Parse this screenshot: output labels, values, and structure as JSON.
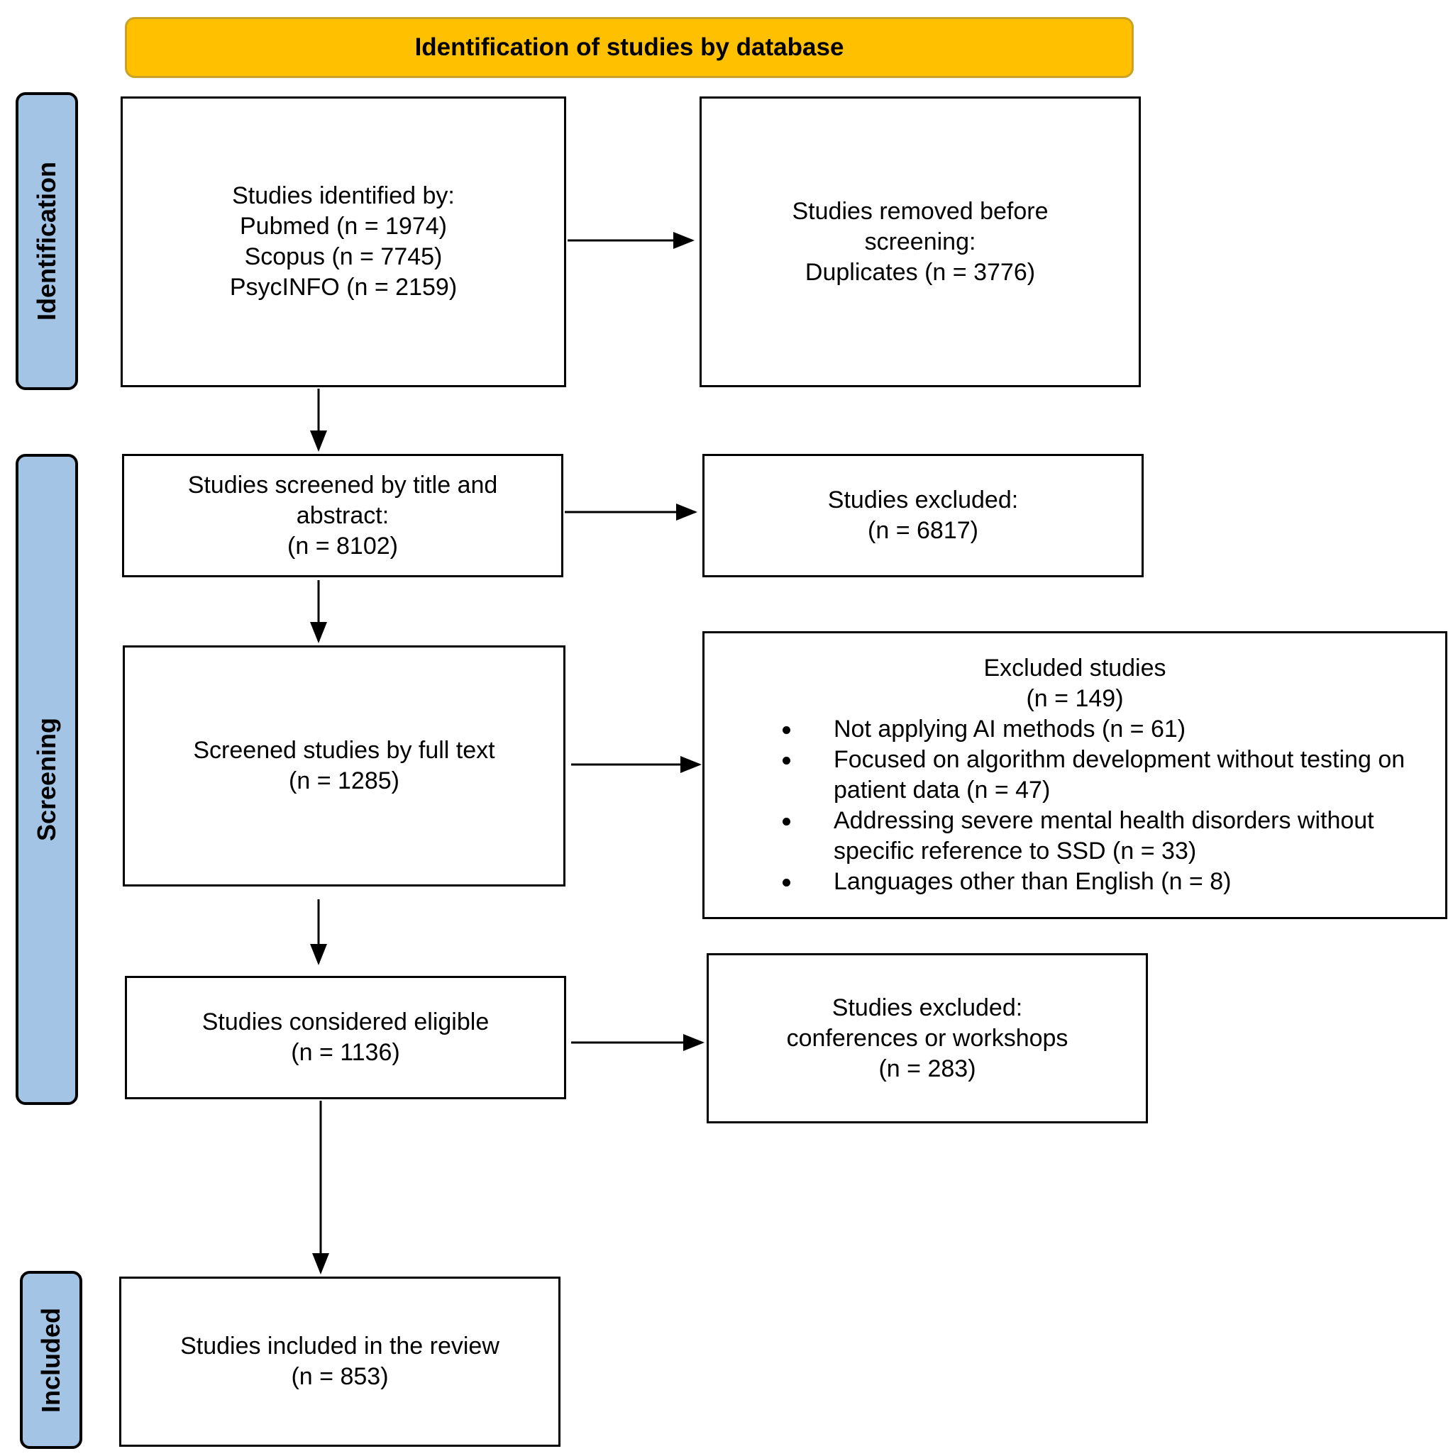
{
  "colors": {
    "header_fill": "#ffc000",
    "phase_fill": "#a3c4e5",
    "stroke": "#000000"
  },
  "header": "Identification of studies by database",
  "phases": {
    "identification": "Identification",
    "screening": "Screening",
    "included": "Included"
  },
  "boxes": {
    "identified": [
      "Studies identified by:",
      "Pubmed (n = 1974)",
      "Scopus (n = 7745)",
      "PsycINFO (n = 2159)"
    ],
    "removed": [
      "Studies removed before",
      "screening:",
      "Duplicates (n = 3776)"
    ],
    "screened_title": [
      "Studies screened by title and",
      "abstract:",
      "(n = 8102)"
    ],
    "excluded_title": [
      "Studies excluded:",
      "(n = 6817)"
    ],
    "screened_full": [
      "Screened studies by full text",
      "(n = 1285)"
    ],
    "excluded_full": {
      "title": "Excluded studies",
      "count": "(n = 149)",
      "items": [
        "Not applying AI methods (n = 61)",
        "Focused on algorithm development without testing on patient data (n = 47)",
        "Addressing severe mental health disorders without specific reference to SSD (n = 33)",
        "Languages other than English (n = 8)"
      ]
    },
    "eligible": [
      "Studies considered eligible",
      "(n = 1136)"
    ],
    "excluded_conf": [
      "Studies excluded:",
      "conferences or workshops",
      "(n = 283)"
    ],
    "included": [
      "Studies included in the review",
      "(n = 853)"
    ]
  }
}
